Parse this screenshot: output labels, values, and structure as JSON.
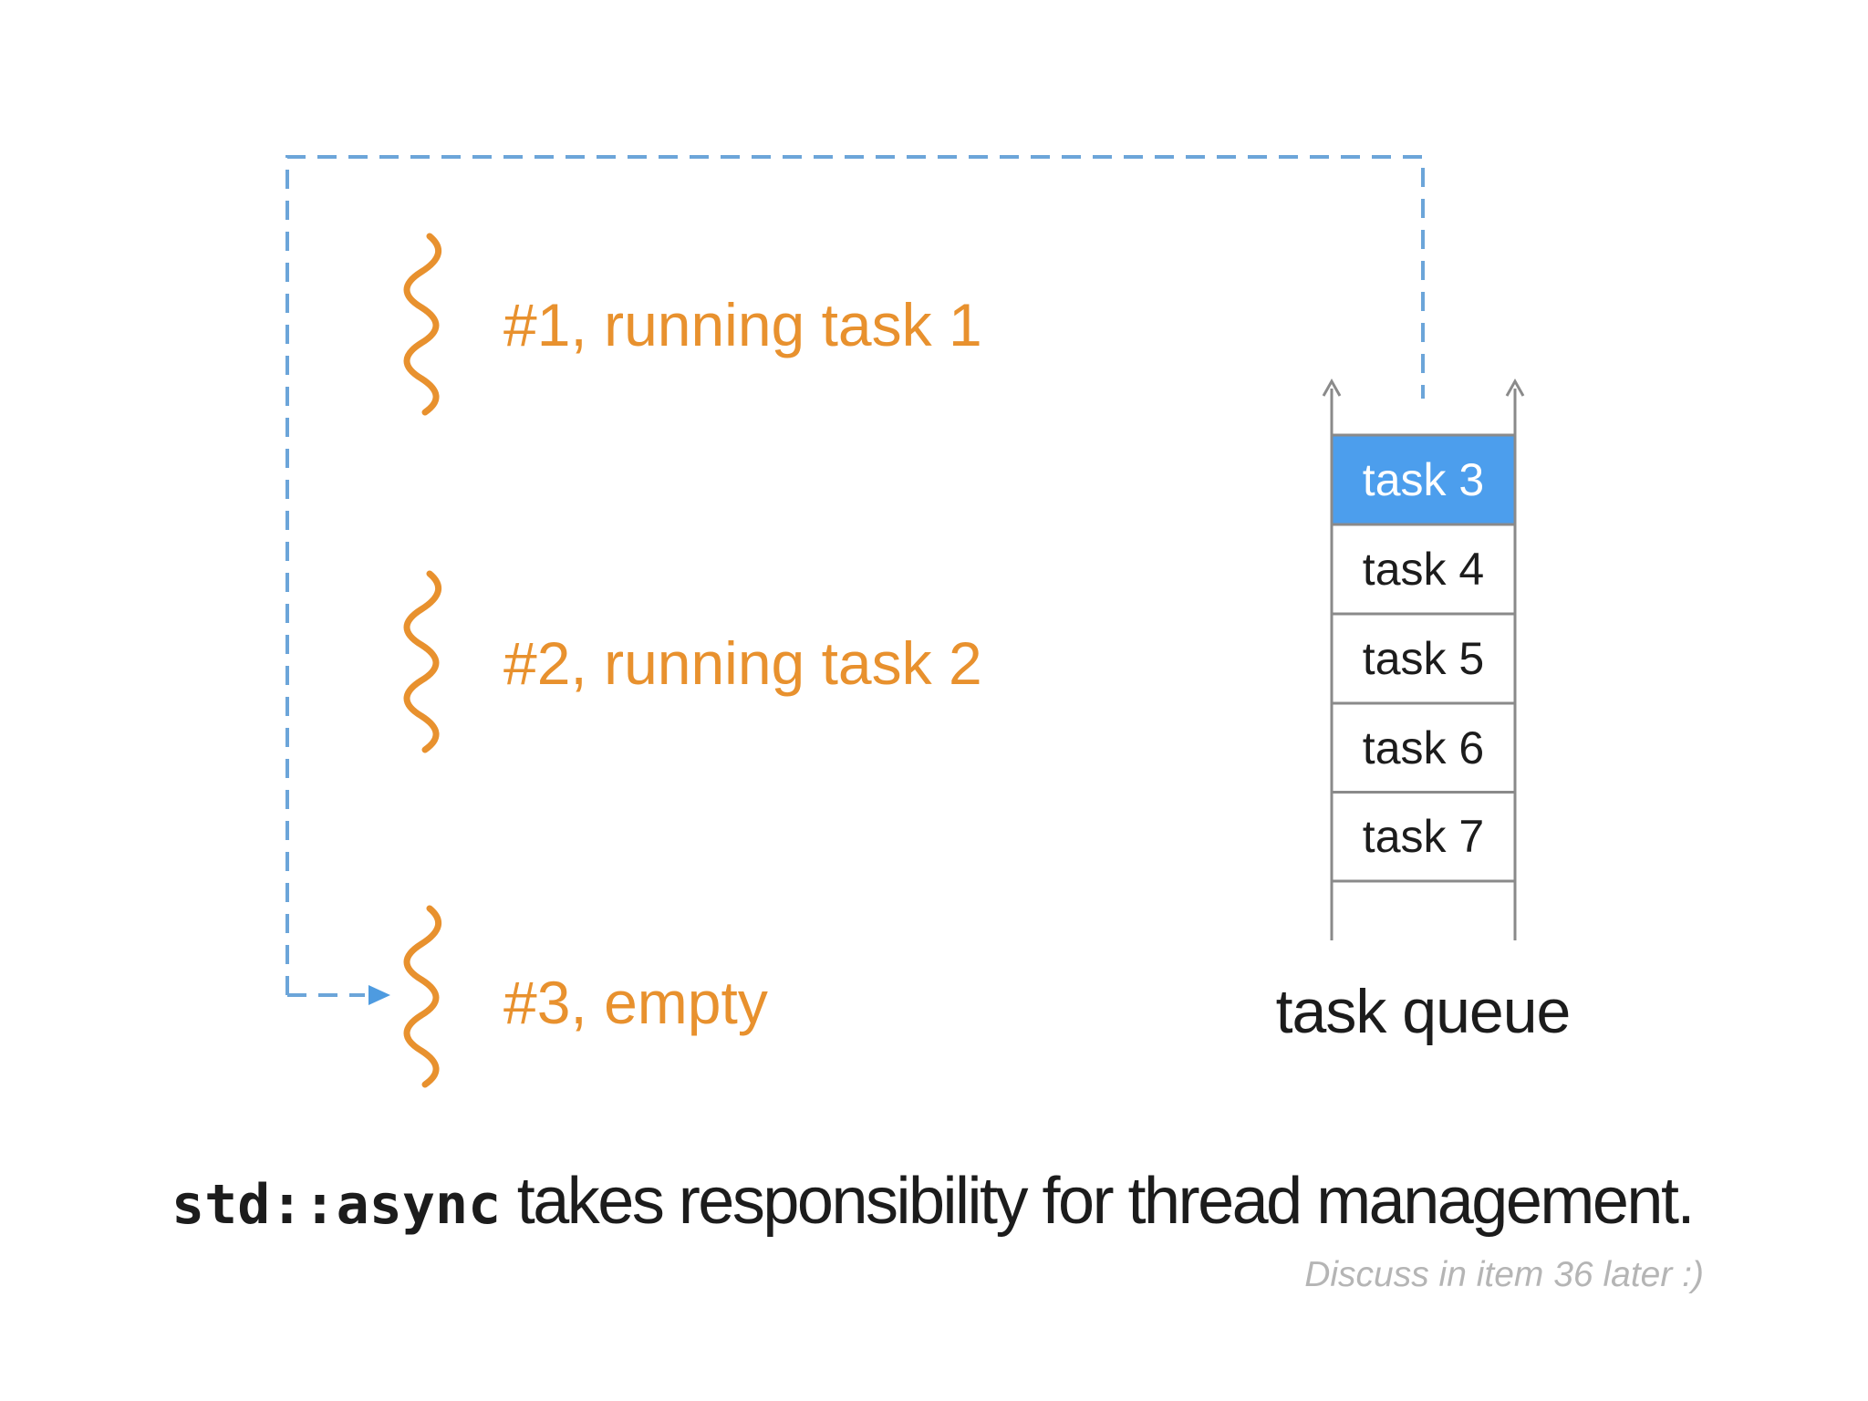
{
  "slide": {
    "threads": [
      {
        "label": "#1, running task 1"
      },
      {
        "label": "#2, running task 2"
      },
      {
        "label": "#3, empty"
      }
    ],
    "queue": {
      "label": "task queue",
      "active_item": "task 3",
      "items": [
        "task 3",
        "task 4",
        "task 5",
        "task 6",
        "task 7"
      ]
    },
    "caption": {
      "code": "std::async",
      "text": " takes responsibility for thread management."
    },
    "note": "Discuss in item 36 later :)"
  },
  "colors": {
    "orange": "#e8912e",
    "blue_dash": "#6ca5d9",
    "blue_arrow": "#4e9be0",
    "blue_fill": "#4c9eed",
    "gray_line": "#8a8a8a",
    "text": "#1c1c1c",
    "muted": "#b5b5b5"
  }
}
